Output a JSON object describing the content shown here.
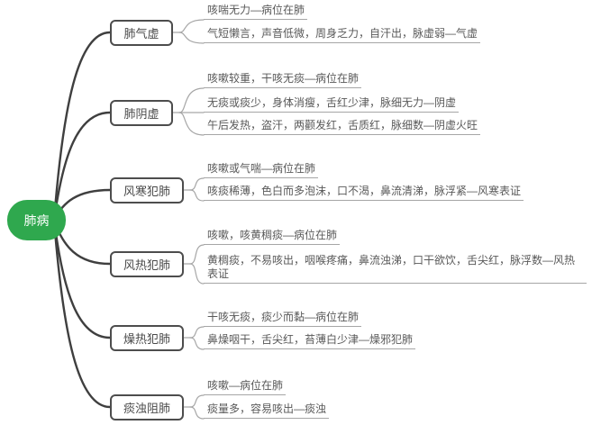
{
  "diagram": {
    "root": {
      "label": "肺病"
    },
    "branches": [
      {
        "label": "肺气虚",
        "leaves": [
          "咳喘无力—病位在肺",
          "气短懒言，声音低微，周身乏力，自汗出，脉虚弱—气虚"
        ]
      },
      {
        "label": "肺阴虚",
        "leaves": [
          "咳嗽较重，干咳无痰—病位在肺",
          "无痰或痰少，身体消瘦，舌红少津，脉细无力—阴虚",
          "午后发热，盗汗，两颧发红，舌质红，脉细数—阴虚火旺"
        ]
      },
      {
        "label": "风寒犯肺",
        "leaves": [
          "咳嗽或气喘—病位在肺",
          "咳痰稀薄，色白而多泡沫，口不渴，鼻流清涕，脉浮紧—风寒表证"
        ]
      },
      {
        "label": "风热犯肺",
        "leaves": [
          "咳嗽，咳黄稠痰—病位在肺",
          "黄稠痰，不易咳出，咽喉疼痛，鼻流浊涕，口干欲饮，舌尖红，脉浮数—风热表证"
        ]
      },
      {
        "label": "燥热犯肺",
        "leaves": [
          "干咳无痰，痰少而黏—病位在肺",
          "鼻燥咽干，舌尖红，苔薄白少津—燥邪犯肺"
        ]
      },
      {
        "label": "痰浊阻肺",
        "leaves": [
          "咳嗽—病位在肺",
          "痰量多，容易咳出—痰浊"
        ]
      }
    ],
    "colors": {
      "root_fill": "#2fa84e",
      "root_text": "#ffffff",
      "branch_border": "#4d4d4d",
      "branch_text": "#4a4a4a",
      "leaf_text": "#595959",
      "main_line": "#3f3f3f",
      "leaf_line": "#a6a6a6",
      "background": "#ffffff"
    }
  }
}
